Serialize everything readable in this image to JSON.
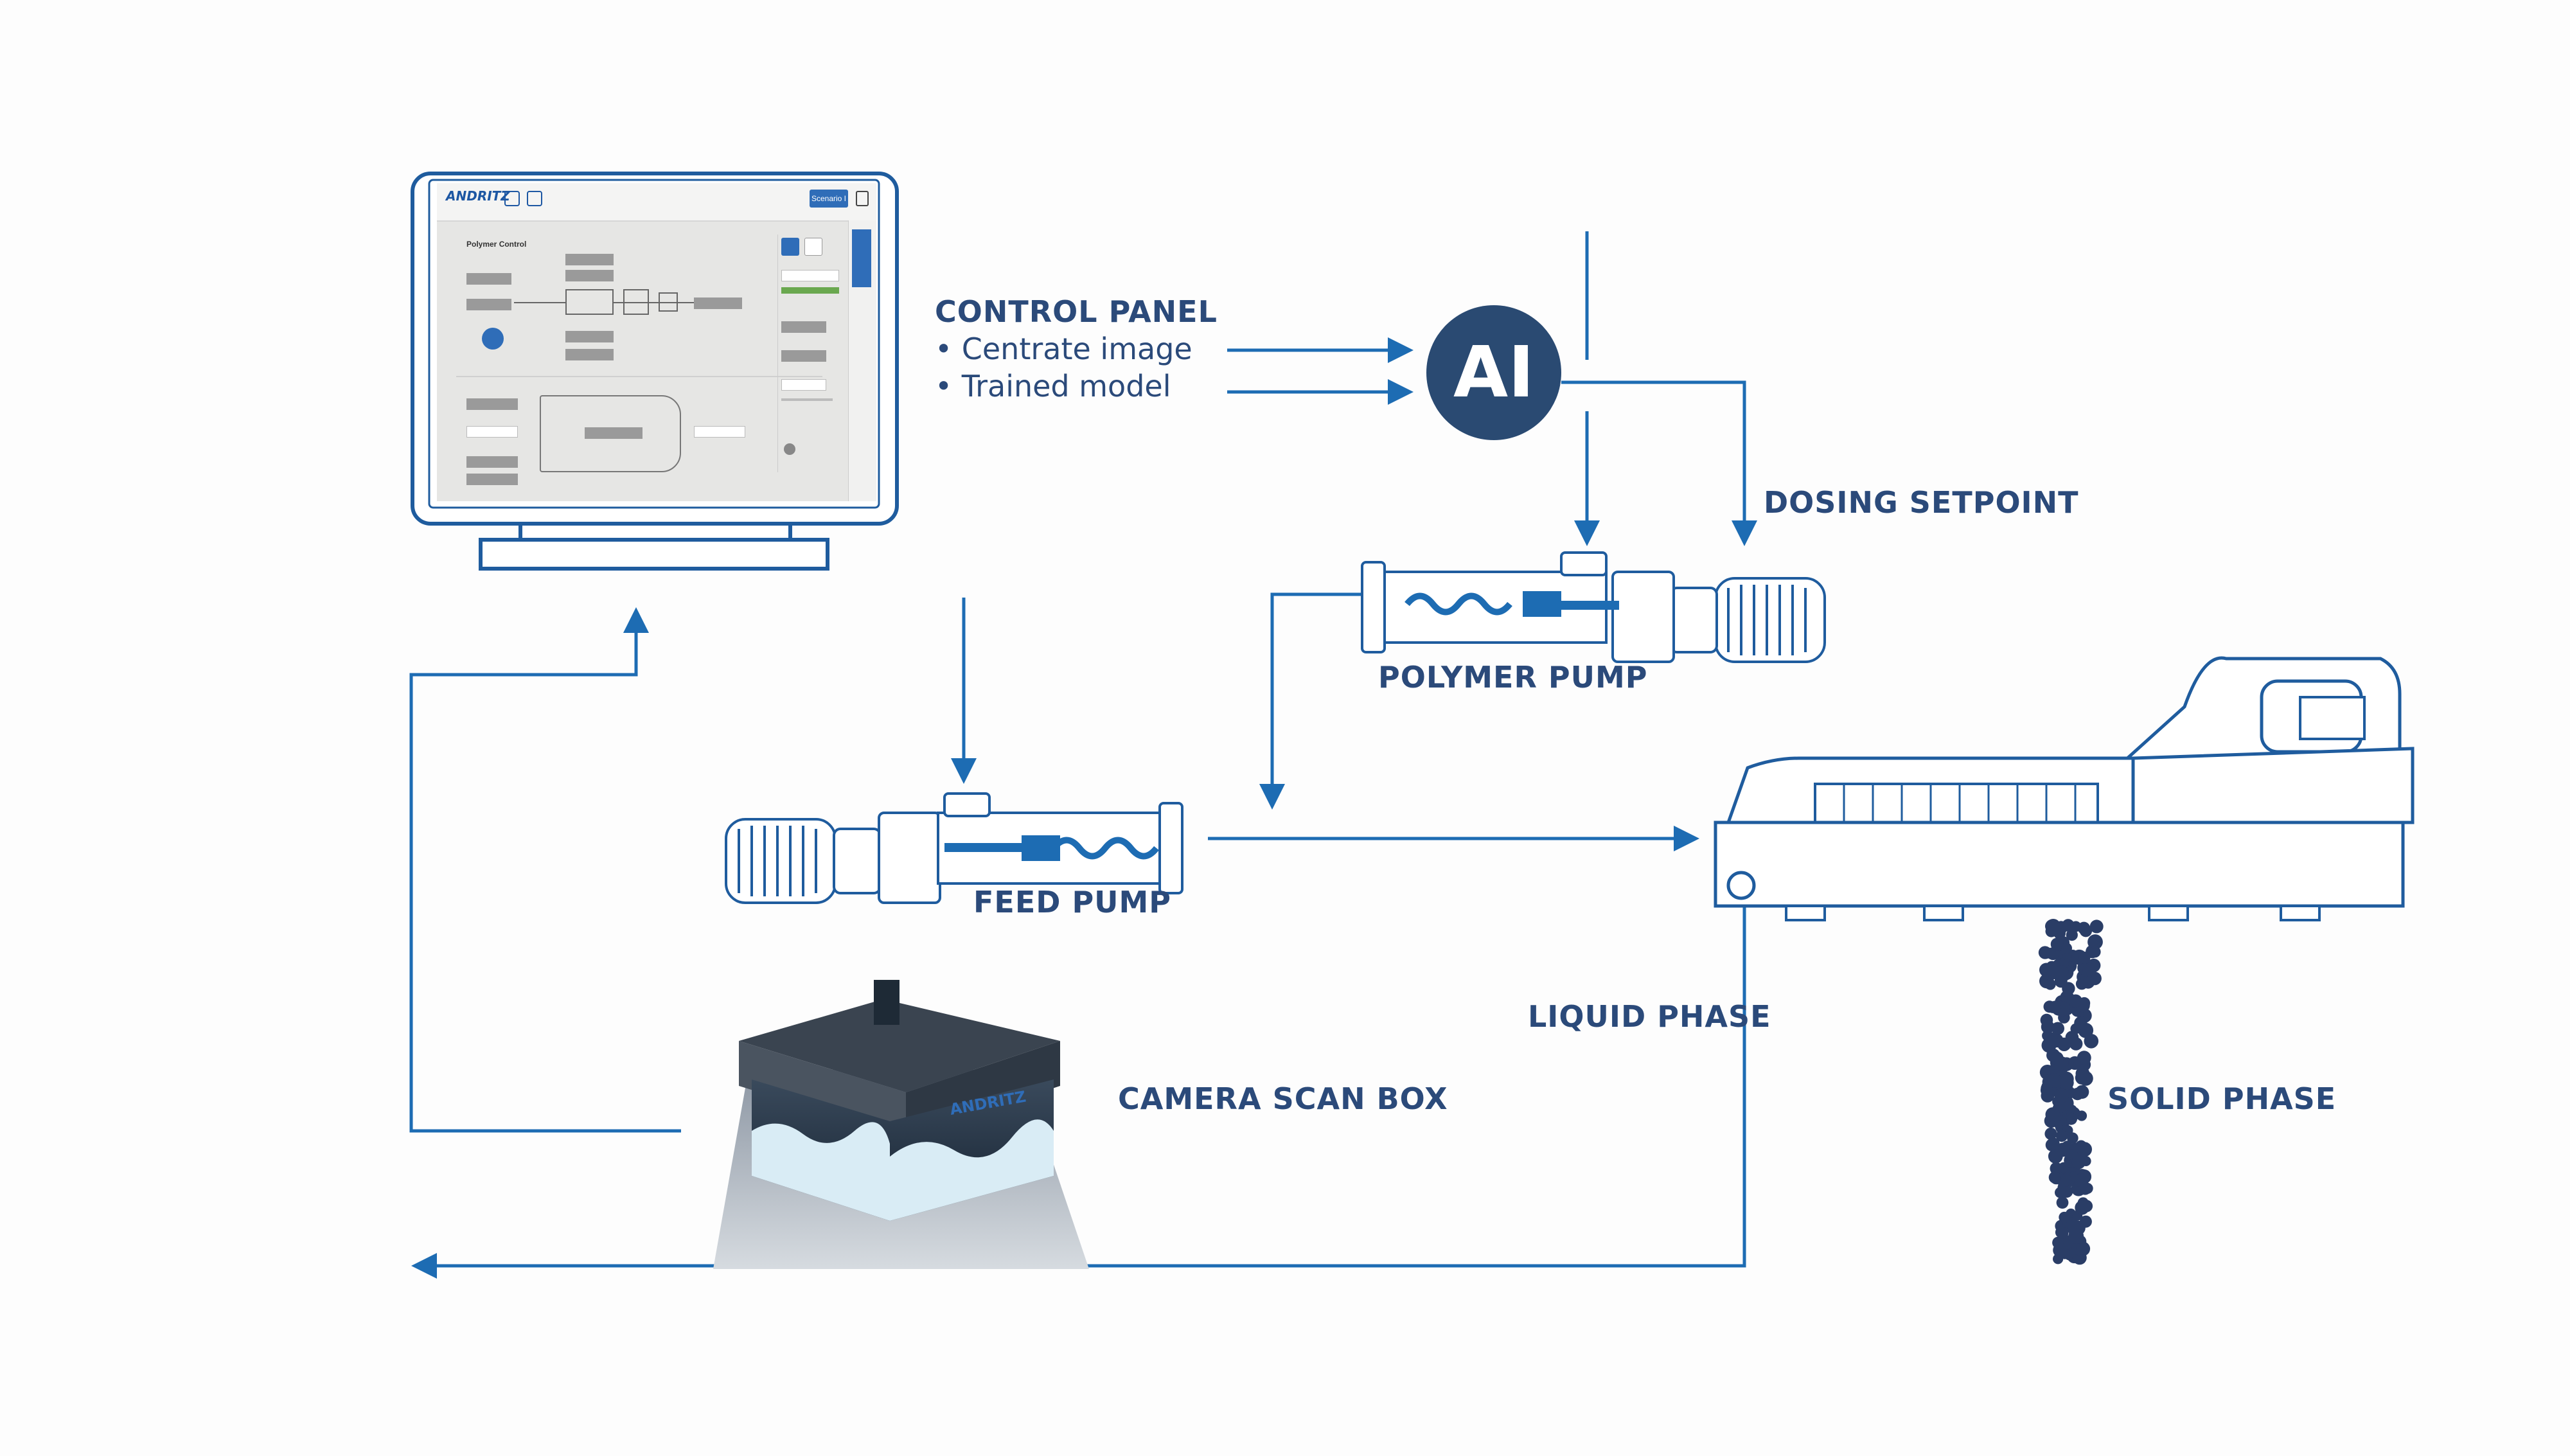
{
  "labels": {
    "control_panel_title": "CONTROL PANEL",
    "control_panel_items": [
      "• Centrate image",
      "• Trained model"
    ],
    "ai": "AI",
    "dosing_setpoint": "DOSING SETPOINT",
    "polymer_pump": "POLYMER PUMP",
    "feed_pump": "FEED PUMP",
    "camera_scan_box": "CAMERA SCAN BOX",
    "liquid_phase": "LIQUID PHASE",
    "solid_phase": "SOLID PHASE"
  },
  "screen": {
    "brand": "ANDRITZ",
    "title": "Polymer Control",
    "button": "Scenario I"
  },
  "colors": {
    "line": "#1d6cb3",
    "outline": "#1f5c9e",
    "text": "#2b4a7a",
    "ai_circle": "#2a4a72",
    "solids": "#2a3d66"
  }
}
